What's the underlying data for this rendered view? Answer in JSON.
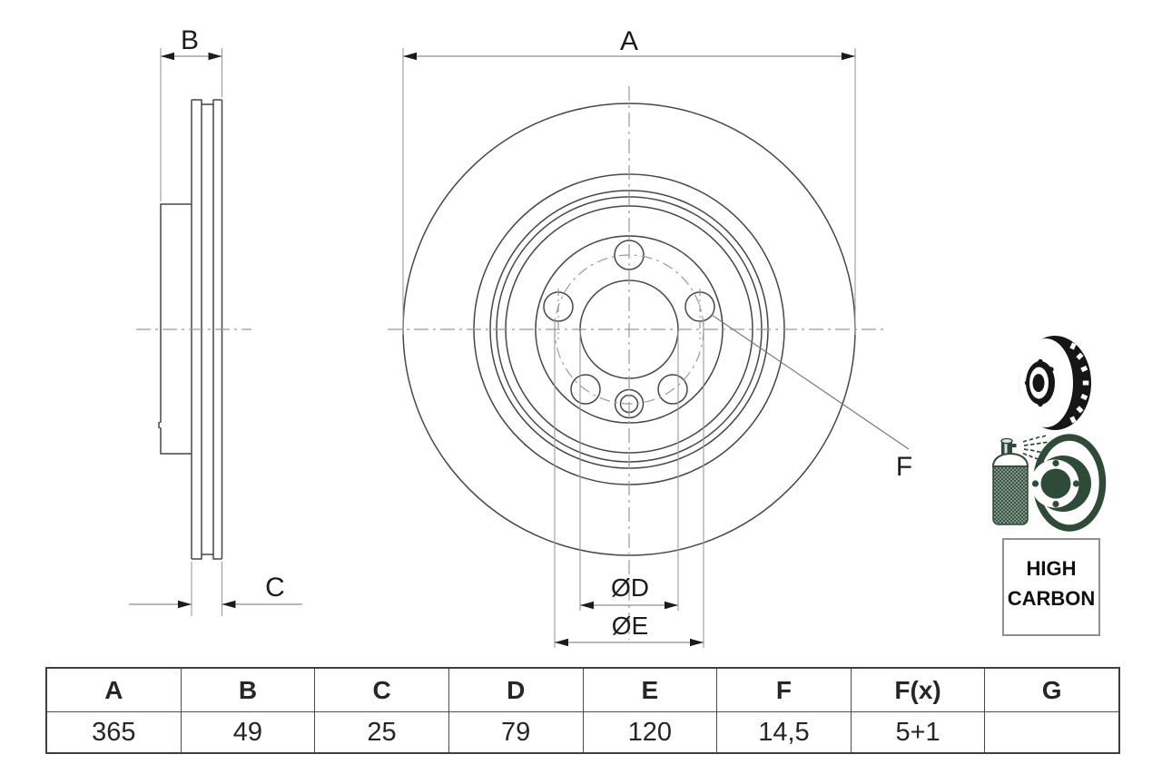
{
  "drawing": {
    "title": "brake-disc-technical-drawing",
    "dimension_labels": {
      "a": "A",
      "b": "B",
      "c": "C",
      "f": "F",
      "d": "ØD",
      "e": "ØE"
    },
    "views": [
      "side-section-view",
      "front-view"
    ],
    "features": [
      "vented-disc",
      "5-bolt-holes",
      "1-locating-hole",
      "center-bore"
    ]
  },
  "icons": {
    "icon1": "vented-brake-disc-icon",
    "icon2": "coated-brake-disc-spray-icon",
    "icon_color_black": "#161616",
    "icon_color_green": "#2d4b37"
  },
  "stamp": {
    "line1": "HIGH",
    "line2": "CARBON"
  },
  "spec_table": {
    "headers": [
      "A",
      "B",
      "C",
      "D",
      "E",
      "F",
      "F(x)",
      "G"
    ],
    "values": [
      "365",
      "49",
      "25",
      "79",
      "120",
      "14,5",
      "5+1",
      ""
    ]
  },
  "colors": {
    "background": "#ffffff",
    "object_line": "#474747",
    "center_line": "#9a9a9a",
    "dimension_line": "#8f8f8f",
    "arrow_and_text": "#1c1c1c",
    "table_border": "#3e3e3e"
  }
}
